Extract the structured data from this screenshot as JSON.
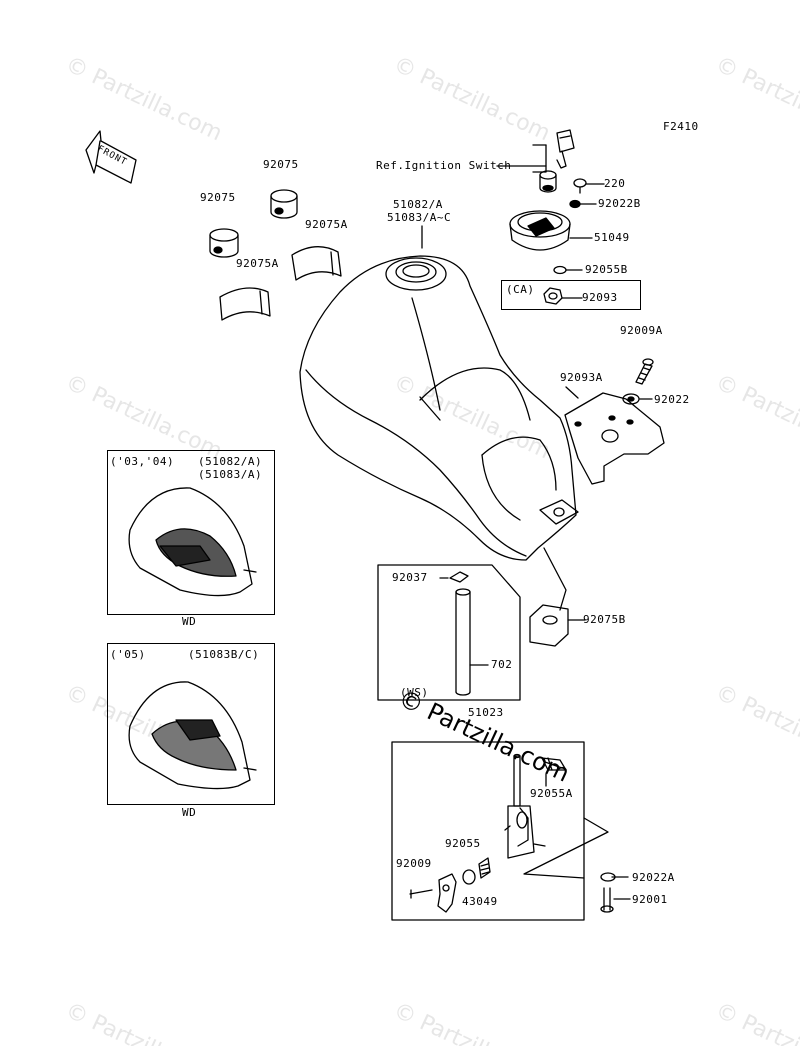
{
  "figure_code": "F2410",
  "front_label": "FRONT",
  "watermark": "© Partzilla.com",
  "watermark_main": "© Partzilla.com",
  "ref_ignition": "Ref.Ignition Switch",
  "parts": {
    "p92075_a": "92075",
    "p92075_b": "92075",
    "p92075A_a": "92075A",
    "p92075A_b": "92075A",
    "p51082": "51082/A",
    "p51083": "51083/A~C",
    "p220": "220",
    "p92022B": "92022B",
    "p51049": "51049",
    "p92055B": "92055B",
    "ca": "(CA)",
    "p92093": "92093",
    "p92009A": "92009A",
    "p92093A": "92093A",
    "p92022": "92022",
    "p92037": "92037",
    "p702": "702",
    "p92075B": "92075B",
    "p51023": "51023",
    "p92055A": "92055A",
    "p92055": "92055",
    "p92009": "92009",
    "p43049": "43049",
    "p92022A": "92022A",
    "p92001": "92001",
    "ws": "(WS)"
  },
  "inset1": {
    "years": "('03,'04)",
    "parts_a": "(51082/A)",
    "parts_b": "(51083/A)",
    "caption": "WD"
  },
  "inset2": {
    "years": "('05)",
    "parts_a": "(51083B/C)",
    "caption": "WD"
  }
}
